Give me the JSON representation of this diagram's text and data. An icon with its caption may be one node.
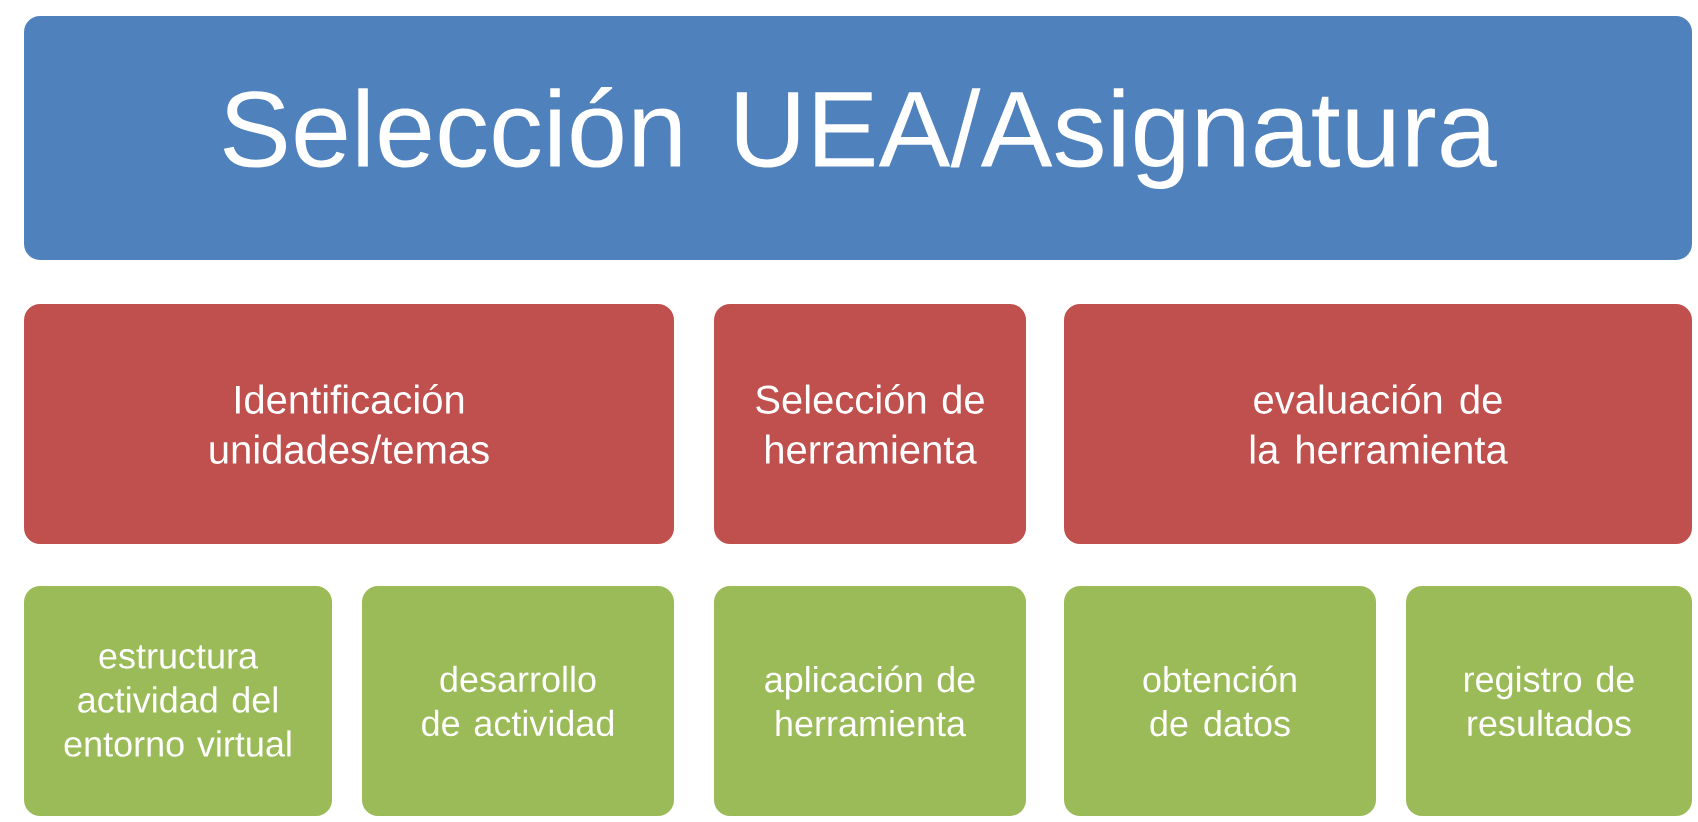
{
  "diagram": {
    "nodes": [
      {
        "text": [
          "Selección UEA/Asignatura"
        ]
      },
      {
        "text": [
          "Identificación unidades/temas"
        ]
      },
      {
        "text": [
          "Selección de herramienta"
        ]
      },
      {
        "text": [
          "evaluación de la herramienta"
        ]
      },
      {
        "text": [
          "estructura actividad del entorno virtual"
        ]
      },
      {
        "text": [
          "desarrollo de actividad"
        ]
      },
      {
        "text": [
          "aplicación de herramienta"
        ]
      },
      {
        "text": [
          "obtención de datos"
        ]
      },
      {
        "text": [
          "registro de resultados"
        ]
      }
    ]
  }
}
